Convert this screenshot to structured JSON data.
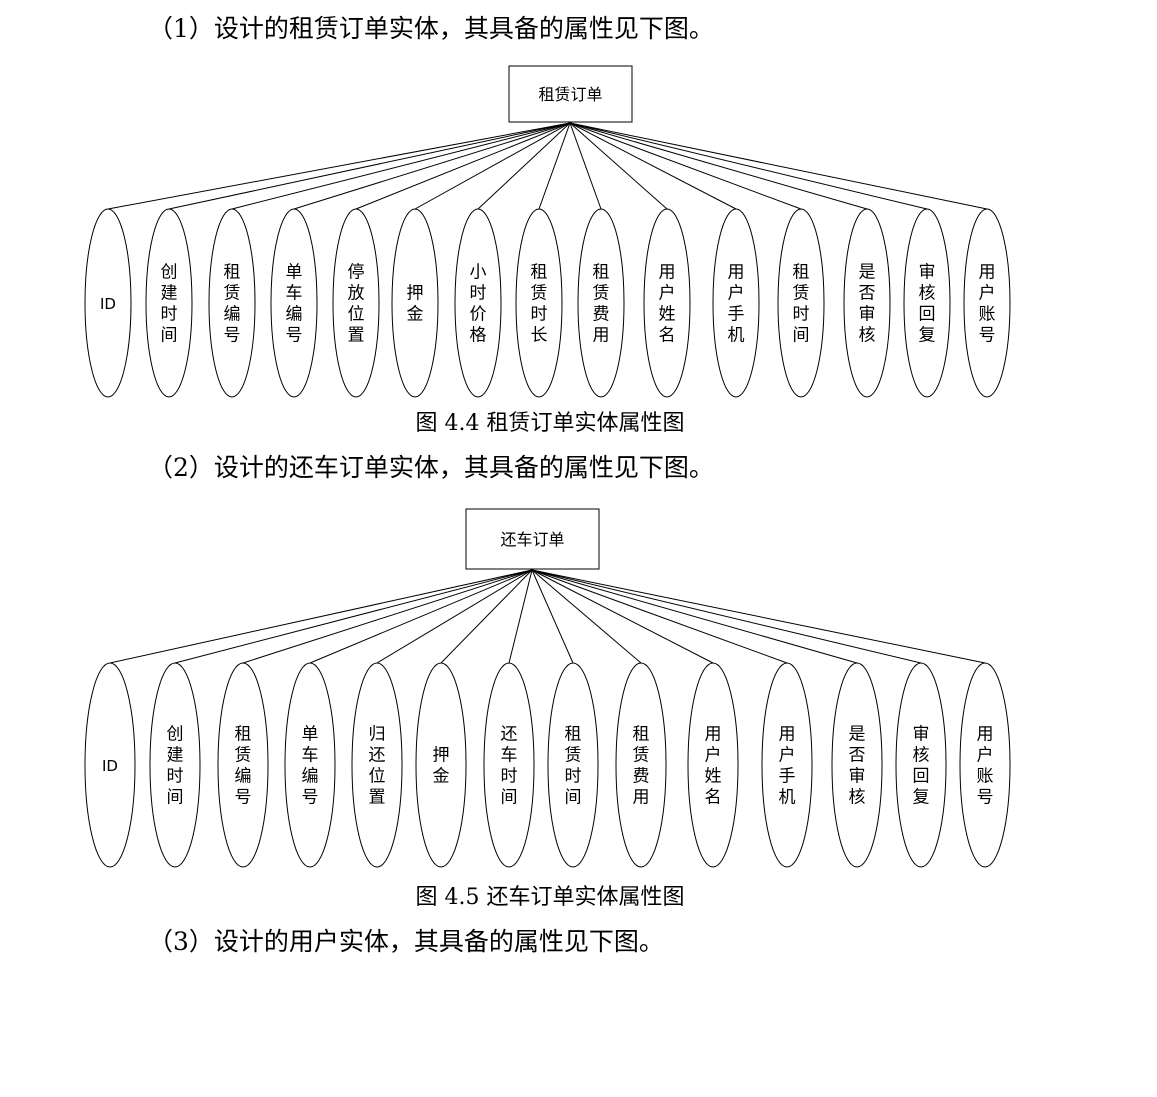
{
  "paragraphs": {
    "p1": "（1）设计的租赁订单实体，其具备的属性见下图。",
    "p2": "（2）设计的还车订单实体，其具备的属性见下图。",
    "p3": "（3）设计的用户实体，其具备的属性见下图。"
  },
  "diagrams": [
    {
      "entity": "租赁订单",
      "caption": "图 4.4  租赁订单实体属性图",
      "attributes": [
        "ID",
        "创建时间",
        "租赁编号",
        "单车编号",
        "停放位置",
        "押金",
        "小时价格",
        "租赁时长",
        "租赁费用",
        "用户姓名",
        "用户手机",
        "租赁时间",
        "是否审核",
        "审核回复",
        "用户账号"
      ]
    },
    {
      "entity": "还车订单",
      "caption": "图 4.5  还车订单实体属性图",
      "attributes": [
        "ID",
        "创建时间",
        "租赁编号",
        "单车编号",
        "归还位置",
        "押金",
        "还车时间",
        "租赁时间",
        "租赁费用",
        "用户姓名",
        "用户手机",
        "是否审核",
        "审核回复",
        "用户账号"
      ]
    }
  ]
}
